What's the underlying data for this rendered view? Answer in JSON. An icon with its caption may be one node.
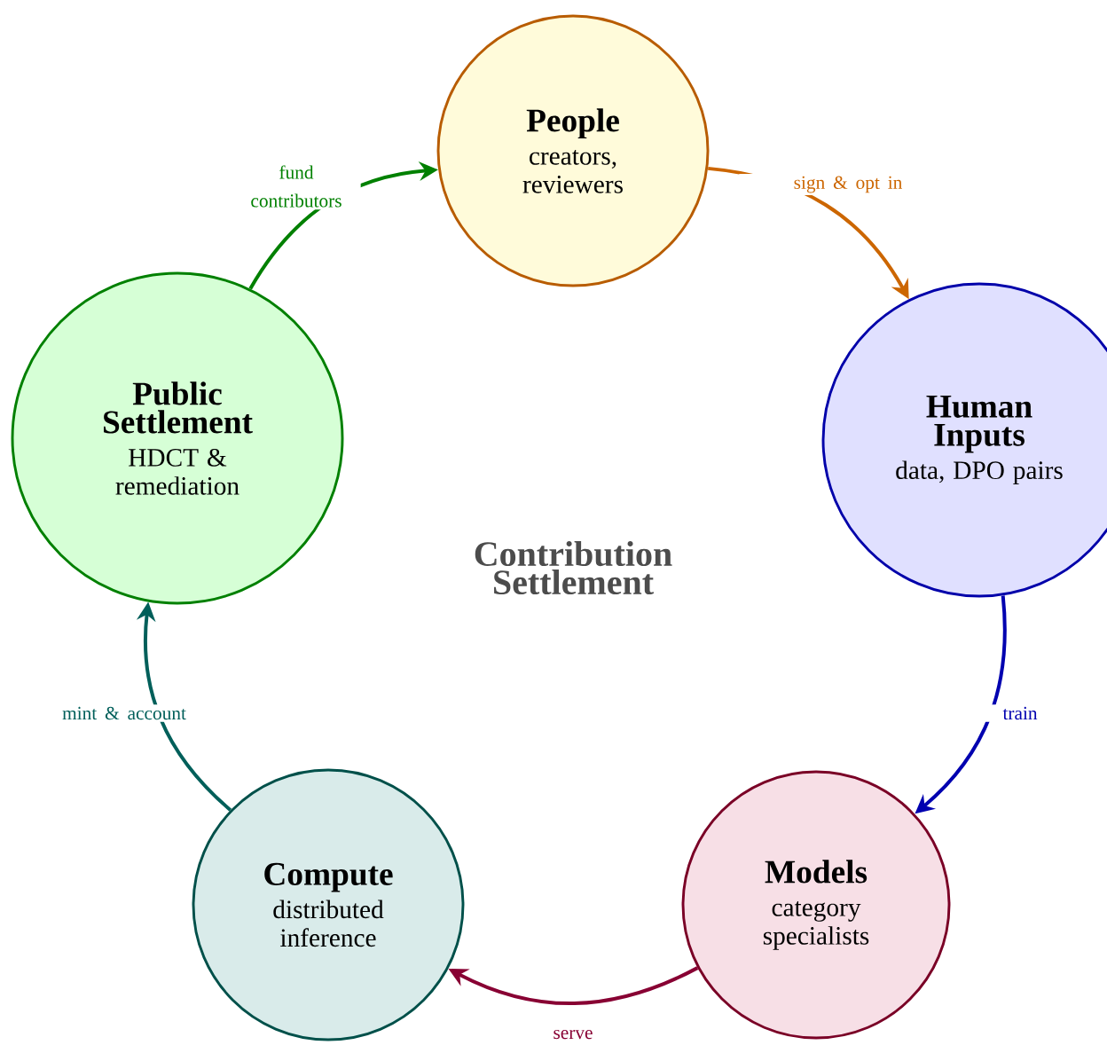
{
  "diagram": {
    "nodes": [
      {
        "text": [
          "People",
          "creators, reviewers"
        ]
      },
      {
        "text": [
          "Human Inputs",
          "data, DPO pairs"
        ]
      },
      {
        "text": [
          "Models",
          "category specialists"
        ]
      },
      {
        "text": [
          "Compute",
          "distributed inference"
        ]
      },
      {
        "text": [
          "Public Settlement",
          "HDCT & remediation"
        ]
      }
    ],
    "edges": [
      {
        "from": 0,
        "to": 1,
        "arrow": "to",
        "label": "sign & opt in",
        "color": "#cc6600"
      },
      {
        "from": 1,
        "to": 2,
        "arrow": "to",
        "label": "train",
        "color": "#0000b0"
      },
      {
        "from": 2,
        "to": 3,
        "arrow": "to",
        "label": "serve",
        "color": "#880033"
      },
      {
        "from": 3,
        "to": 4,
        "arrow": "to",
        "label": "mint & account",
        "color": "#005f5a"
      },
      {
        "from": 4,
        "to": 0,
        "arrow": "to",
        "label": "fund contributors",
        "color": "#008000"
      }
    ],
    "labels": [
      "Contribution Settlement"
    ]
  }
}
